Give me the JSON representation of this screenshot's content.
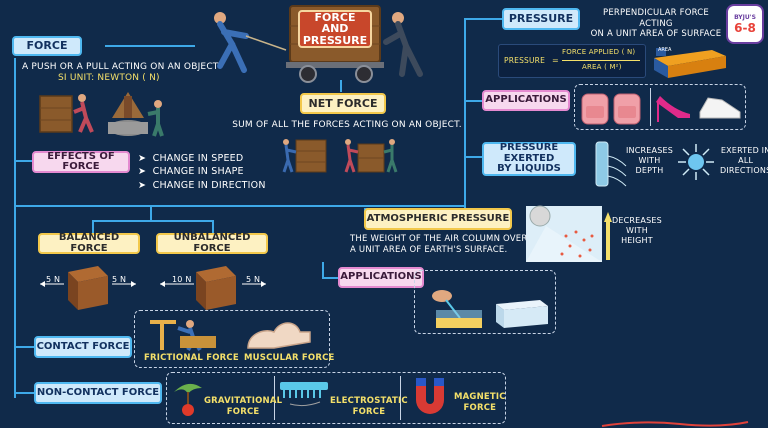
{
  "title": {
    "line1": "Force and",
    "line2": "pressure"
  },
  "force": {
    "label": "Force",
    "definition": "A push or a pull acting on an object",
    "si_unit": "SI unit: Newton ( N)"
  },
  "effects": {
    "label": "Effects of force",
    "items": [
      "Change in speed",
      "Change in shape",
      "Change in direction"
    ]
  },
  "net_force": {
    "label": "Net force",
    "definition": "Sum of all the forces acting on an object."
  },
  "balanced": {
    "label": "Balanced force",
    "left_value": "5 N",
    "right_value": "5 N"
  },
  "unbalanced": {
    "label": "Unbalanced force",
    "left_value": "10 N",
    "right_value": "5 N"
  },
  "contact": {
    "label": "Contact force",
    "items": [
      "Frictional force",
      "Muscular force"
    ]
  },
  "non_contact": {
    "label": "Non-contact force",
    "items": [
      {
        "line1": "Gravitational",
        "line2": "force"
      },
      {
        "line1": "Electrostatic",
        "line2": "force"
      },
      {
        "line1": "Magnetic",
        "line2": "force"
      }
    ]
  },
  "pressure": {
    "label": "Pressure",
    "definition_line1": "Perpendicular Force acting",
    "definition_line2": "on a unit area of surface",
    "formula_lhs": "Pressure",
    "formula_eq": "=",
    "formula_num": "Force applied ( N)",
    "formula_den": "Area ( M²)",
    "area_label": "Area"
  },
  "pressure_applications": {
    "label": "Applications"
  },
  "liquids": {
    "label_line1": "Pressure exerted",
    "label_line2": "by liquids",
    "note1": [
      "Increases",
      "with",
      "depth"
    ],
    "note2": [
      "Exerted in",
      "all",
      "directions"
    ]
  },
  "atmospheric": {
    "label": "Atmospheric pressure",
    "def_line1": "The weight of the air column over",
    "def_line2": "a unit area of Earth's surface.",
    "note": [
      "Decreases",
      "with",
      "height"
    ]
  },
  "atmospheric_applications": {
    "label": "Applications"
  },
  "badge": {
    "brand": "BYJU'S",
    "grade": "6-8"
  },
  "colors": {
    "background": "#102a4a",
    "connector": "#3ea9e8",
    "blue_box": "#cfe9fb",
    "yellow_box": "#fdf1c2",
    "pink_box": "#f7d8ee",
    "badge_red": "#e8423a"
  }
}
